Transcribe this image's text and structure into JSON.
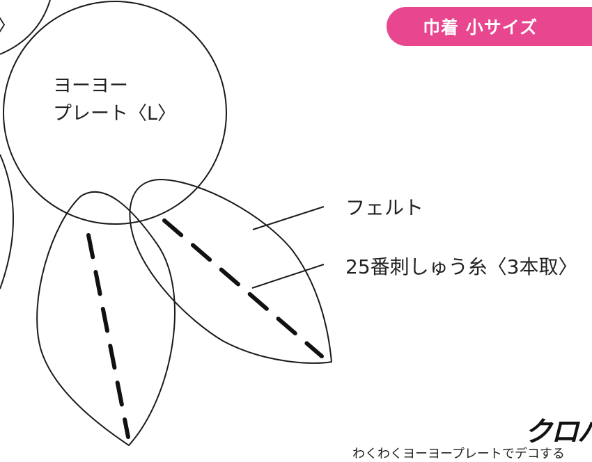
{
  "badge": {
    "text": "巾着 小サイズ",
    "color": "#e8468f"
  },
  "labels": {
    "yoyo_line1": "ヨーヨー",
    "yoyo_line2": "プレート〈L〉",
    "partial_left": "〉",
    "felt": "フェルト",
    "thread": "25番刺しゅう糸〈3本取〉"
  },
  "logo": {
    "text": "クロバ"
  },
  "footer": {
    "text": "わくわくヨーヨープレートでデコする"
  },
  "colors": {
    "line": "#1a1a1a",
    "stitch": "#111111"
  }
}
